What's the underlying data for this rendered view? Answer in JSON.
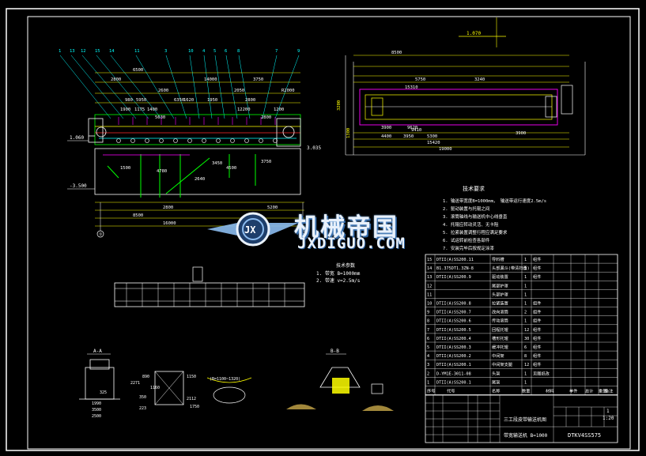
{
  "watermark": {
    "title": "机械帝国",
    "url": "JXDIGUO.COM",
    "logo_letters": "JX"
  },
  "colors": {
    "frame": "#ffffff",
    "dim": "#ffff00",
    "green": "#00ff00",
    "cyan": "#00ffff",
    "magenta": "#ff00ff",
    "red": "#ff2a2a",
    "white": "#ffffff"
  },
  "main_view": {
    "balloons": [
      "1",
      "13",
      "12",
      "15",
      "14",
      "11",
      "3",
      "10",
      "4",
      "5",
      "6",
      "8",
      "7",
      "9"
    ],
    "top_dims": [
      "6500",
      "14000",
      "2800",
      "3750",
      "2600",
      "5950",
      "980",
      "6350",
      "2050",
      "1620",
      "1950",
      "2800",
      "1900",
      "1175",
      "1400",
      "5630",
      "12200",
      "1200",
      "R2000",
      "2800"
    ],
    "left_labels": [
      "1.060",
      "-3.500"
    ],
    "side_label": "3.035",
    "bottom_dims": [
      "3450",
      "1500",
      "4780",
      "3750",
      "4500",
      "2640",
      "2800",
      "8500",
      "5200",
      "16000"
    ],
    "axis_markers": [
      "①",
      "②"
    ]
  },
  "plan_view": {
    "top_label": "1.070",
    "dims": [
      "8500",
      "5750",
      "3240",
      "15310",
      "9620",
      "5300",
      "3900",
      "9410",
      "3950",
      "15420",
      "19000",
      "4400",
      "3900"
    ],
    "left_dims": [
      "3200",
      "1300"
    ]
  },
  "tech_notes": {
    "title": "技术要求",
    "lines": [
      "1. 输送带宽度B=1000mm，       输送带运行速度2.5m/s",
      "2. 驱动装置与托辊之间",
      "3. 滚筒轴线与输送机中心线垂直",
      "4. 托辊应转动灵活、无卡阻",
      "5. 拉紧装置调整行程应满足要求",
      "6. 试运转前检查各部件",
      "7. 安装完毕后按规定涂漆"
    ]
  },
  "params": {
    "title": "技术参数",
    "lines": [
      "1. 带宽 B=1000mm",
      "2. 带速 v=2.5m/s"
    ]
  },
  "sections": [
    "A-A",
    "B-B"
  ],
  "section_dims": [
    "1990",
    "3500",
    "2500",
    "325",
    "890",
    "1160",
    "1150",
    "2271",
    "350",
    "223",
    "2112",
    "1750",
    "(B=1100~1320)"
  ],
  "bom": {
    "rows": [
      {
        "no": "15",
        "code": "DTII(A)SS200.11",
        "name": "导料槽",
        "qty": "1",
        "note": "组件"
      },
      {
        "no": "14",
        "code": "B1.375DT1.3ZN-8",
        "name": "头部漏斗(带清扫器)",
        "qty": "1",
        "note": "组件"
      },
      {
        "no": "13",
        "code": "DTII(A)SS200.9",
        "name": "驱动装置",
        "qty": "1",
        "note": "组件"
      },
      {
        "no": "12",
        "code": "",
        "name": "尾部护罩",
        "qty": "1",
        "note": ""
      },
      {
        "no": "11",
        "code": "",
        "name": "头部护罩",
        "qty": "1",
        "note": ""
      },
      {
        "no": "10",
        "code": "DTII(A)SS200.8",
        "name": "拉紧装置",
        "qty": "1",
        "note": "组件"
      },
      {
        "no": "9",
        "code": "DTII(A)SS200.7",
        "name": "改向滚筒",
        "qty": "2",
        "note": "组件"
      },
      {
        "no": "8",
        "code": "DTII(A)SS200.6",
        "name": "传动滚筒",
        "qty": "1",
        "note": "组件"
      },
      {
        "no": "7",
        "code": "DTII(A)SS200.5",
        "name": "回程托辊",
        "qty": "12",
        "note": "组件"
      },
      {
        "no": "6",
        "code": "DTII(A)SS200.4",
        "name": "槽形托辊",
        "qty": "30",
        "note": "组件"
      },
      {
        "no": "5",
        "code": "DTII(A)SS200.3",
        "name": "缓冲托辊",
        "qty": "6",
        "note": "组件"
      },
      {
        "no": "4",
        "code": "DTII(A)SS200.2",
        "name": "中间架",
        "qty": "8",
        "note": "组件"
      },
      {
        "no": "3",
        "code": "DTII(A)SS200.1",
        "name": "中间架支腿",
        "qty": "12",
        "note": "组件"
      },
      {
        "no": "2",
        "code": "D-YM1E-3011-08",
        "name": "头架",
        "qty": "1",
        "note": "见图纸改"
      },
      {
        "no": "1",
        "code": "DTII(A)SS200.1",
        "name": "尾架",
        "qty": "1",
        "note": ""
      }
    ],
    "header": [
      "序号",
      "代号",
      "名称",
      "数量",
      "材料",
      "单件",
      "总计",
      "重量",
      "备注"
    ]
  },
  "title_block": {
    "project": "三工段皮带输送机图",
    "subtitle": "带宽输送机 B=1000",
    "drawing_no": "DTKV4SS575",
    "scale": "1:20",
    "sheet": "1"
  }
}
